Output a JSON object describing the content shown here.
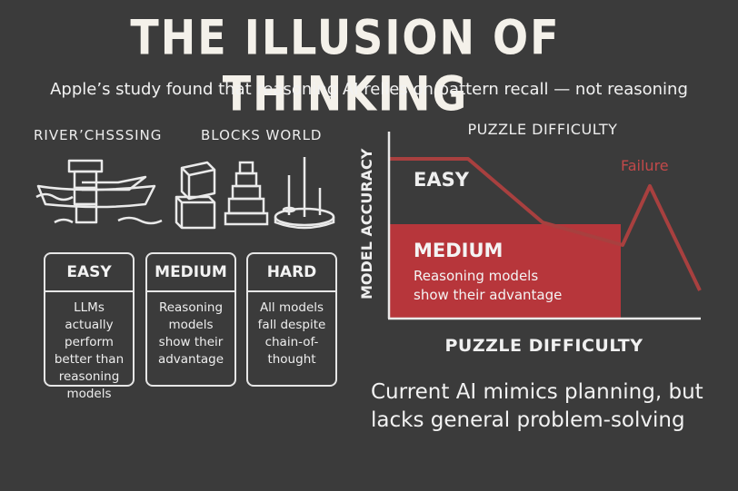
{
  "title": "THE ILLUSION OF THINKING",
  "subtitle": "Apple’s study found that reasoning AI relies on pattern recall — not reasoning",
  "puzzles": {
    "river": "RIVER’CHSSSING",
    "blocks": "BLOCKS WORLD"
  },
  "cards": [
    {
      "heading": "EASY",
      "lines": [
        "LLMs actually",
        "perform",
        "better than",
        "reasoning",
        "models"
      ]
    },
    {
      "heading": "MEDIUM",
      "lines": [
        "Reasoning",
        "models",
        "show their",
        "advantage"
      ]
    },
    {
      "heading": "HARD",
      "lines": [
        "All models",
        "fall despite",
        "chain-of-",
        "thought"
      ]
    }
  ],
  "chart": {
    "top_label": "PUZZLE DIFFICULTY",
    "y_label": "MODEL ACCURACY",
    "x_label": "PUZZLE DIFFICULTY",
    "easy_label": "EASY",
    "medium_label": "MEDIUM",
    "medium_text_1": "Reasoning models",
    "medium_text_2": "show their advantage",
    "failure_label": "Failure"
  },
  "colors": {
    "background": "#3b3b3b",
    "accent": "#b7363b",
    "line": "#a8403f",
    "text": "#f2f2f2"
  },
  "conclusion": {
    "line1": "Current AI mimics planning, but",
    "line2": "lacks general problem-solving"
  }
}
